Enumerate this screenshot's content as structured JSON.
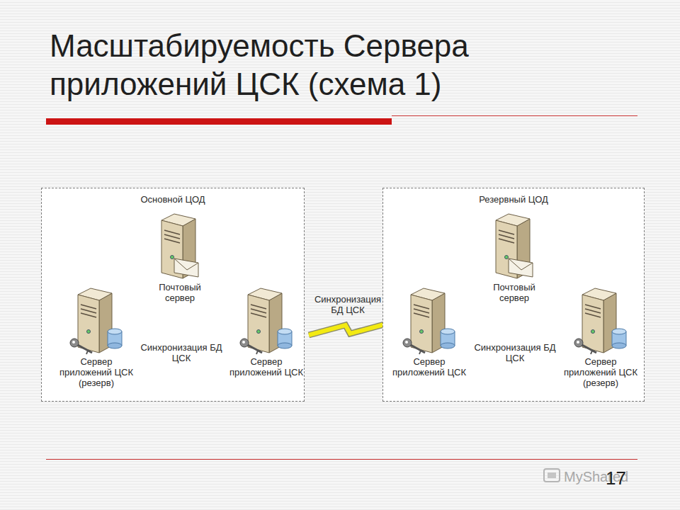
{
  "diagram": {
    "title": "Масштабируемость Сервера приложений ЦСК (схема 1)",
    "nodes": [
      {
        "text": [
          "Основной ЦОД"
        ]
      },
      {
        "text": [
          "Почтовый сервер"
        ],
        "in": 0
      },
      {
        "text": [
          "Сервер приложений ЦСК (резерв)"
        ],
        "in": 0
      },
      {
        "text": [
          "Сервер приложений ЦСК"
        ],
        "in": 0
      },
      {
        "text": [
          "Резервный ЦОД"
        ]
      },
      {
        "text": [
          "Почтовый сервер"
        ],
        "in": 4
      },
      {
        "text": [
          "Сервер приложений ЦСК"
        ],
        "in": 4
      },
      {
        "text": [
          "Сервер приложений ЦСК (резерв)"
        ],
        "in": 4
      }
    ],
    "edges": [
      {
        "from": 1,
        "to": 2,
        "arrow": "none"
      },
      {
        "from": 1,
        "to": 3,
        "arrow": "none"
      },
      {
        "from": 2,
        "to": 3,
        "label": "Синхронизация БД ЦСК",
        "arrow": "none"
      },
      {
        "from": 3,
        "to": 6,
        "label": "Синхронизация БД ЦСК",
        "arrow": "none"
      },
      {
        "from": 5,
        "to": 6,
        "arrow": "none"
      },
      {
        "from": 5,
        "to": 7,
        "arrow": "none"
      },
      {
        "from": 6,
        "to": 7,
        "label": "Синхронизация БД ЦСК",
        "arrow": "none"
      }
    ],
    "labels": [
      "17",
      "MyShared"
    ]
  }
}
